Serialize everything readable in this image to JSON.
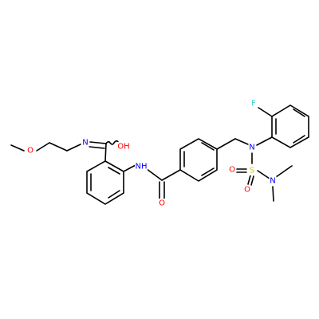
{
  "molecule": {
    "atoms": {
      "o_methoxy": {
        "label": "O",
        "color": "#ff0000"
      },
      "n_imine": {
        "label": "N",
        "color": "#0000ff"
      },
      "o_hydroxy": {
        "label": "OH",
        "color": "#ff0000"
      },
      "nh_amide": {
        "label": "NH",
        "color": "#0000ff"
      },
      "o_amide": {
        "label": "O",
        "color": "#ff0000"
      },
      "n_sulfonamide": {
        "label": "N",
        "color": "#0000ff"
      },
      "f": {
        "label": "F",
        "color": "#33cccc"
      },
      "s": {
        "label": "S",
        "color": "#cccc00"
      },
      "o_s1": {
        "label": "O",
        "color": "#ff0000"
      },
      "o_s2": {
        "label": "O",
        "color": "#ff0000"
      },
      "n_dimethyl": {
        "label": "N",
        "color": "#0000ff"
      }
    }
  }
}
